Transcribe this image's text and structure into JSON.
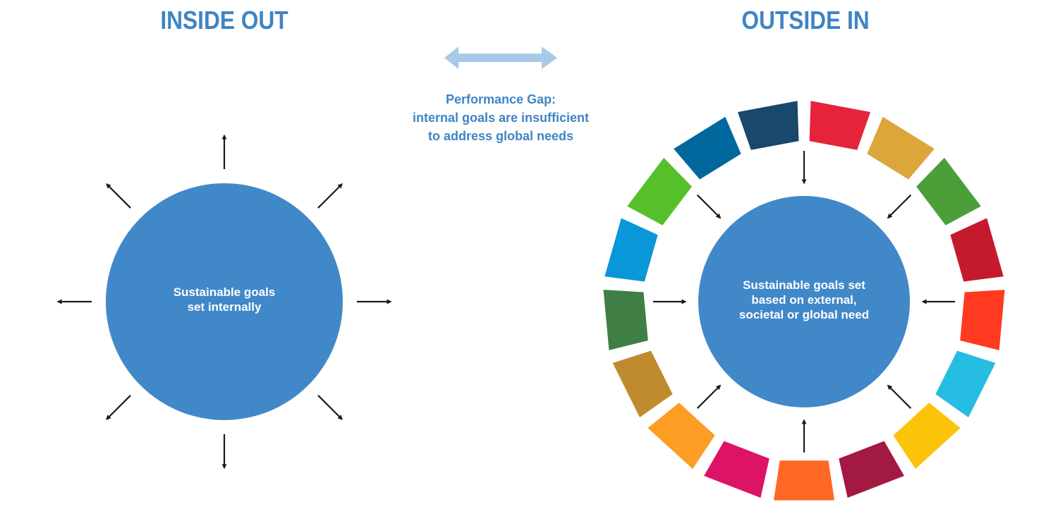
{
  "colors": {
    "title": "#3f84c5",
    "circle": "#4188c9",
    "gap_arrow": "#a9c9e9",
    "arrow": "#1a1a1a",
    "background": "#ffffff"
  },
  "left": {
    "title": "INSIDE OUT",
    "circle_text": [
      "Sustainable goals",
      "set internally"
    ],
    "arrow_direction": "outward"
  },
  "right": {
    "title": "OUTSIDE IN",
    "circle_text": [
      "Sustainable goals set",
      "based on external,",
      "societal or global need"
    ],
    "arrow_direction": "inward"
  },
  "gap": {
    "caption": [
      "Performance Gap:",
      "internal goals are insufficient",
      "to address global needs"
    ],
    "arrow": "double-headed"
  },
  "ring_segments": [
    {
      "color": "#e5243b"
    },
    {
      "color": "#dda63a"
    },
    {
      "color": "#4c9f38"
    },
    {
      "color": "#c5192d"
    },
    {
      "color": "#ff3a21"
    },
    {
      "color": "#26bde2"
    },
    {
      "color": "#fcc30b"
    },
    {
      "color": "#a21942"
    },
    {
      "color": "#fd6925"
    },
    {
      "color": "#dd1367"
    },
    {
      "color": "#fd9d24"
    },
    {
      "color": "#bf8b2e"
    },
    {
      "color": "#3f7e44"
    },
    {
      "color": "#0a97d9"
    },
    {
      "color": "#56c02b"
    },
    {
      "color": "#00689d"
    },
    {
      "color": "#19486a"
    }
  ]
}
